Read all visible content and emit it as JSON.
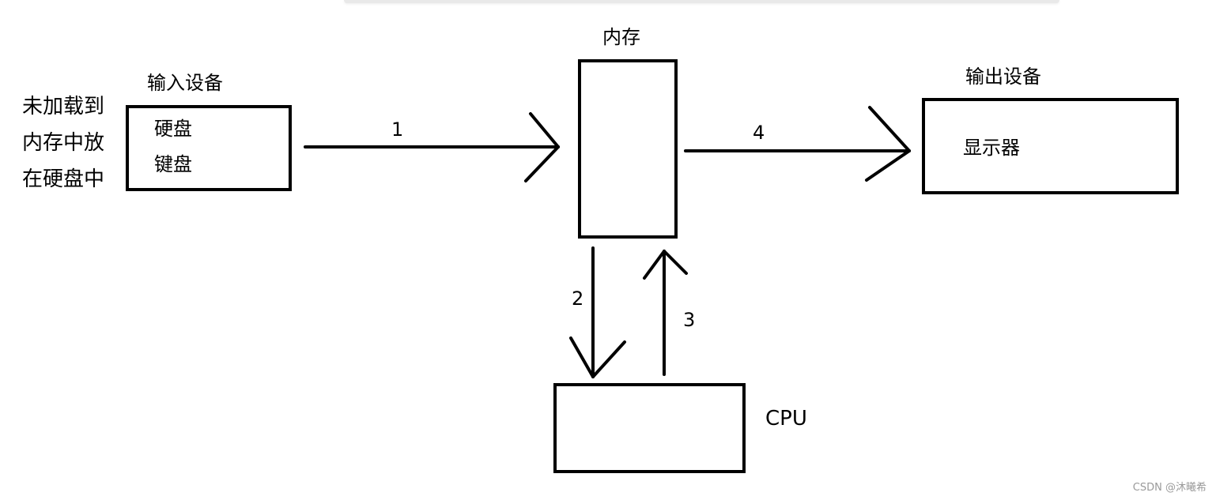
{
  "note": {
    "lines": [
      "未加载到",
      "内存中放",
      "在硬盘中"
    ]
  },
  "input_device": {
    "title": "输入设备",
    "items": [
      "硬盘",
      "键盘"
    ]
  },
  "memory": {
    "title": "内存"
  },
  "output_device": {
    "title": "输出设备",
    "items": [
      "显示器"
    ]
  },
  "cpu": {
    "title": "CPU"
  },
  "arrows": {
    "input_to_memory": "1",
    "memory_to_cpu": "2",
    "cpu_to_memory": "3",
    "memory_to_output": "4"
  },
  "watermark": "CSDN @沐曦希"
}
